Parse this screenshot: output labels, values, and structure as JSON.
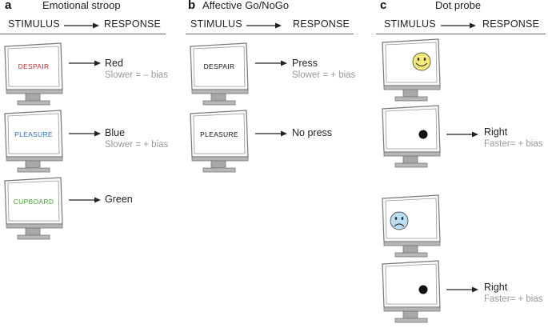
{
  "panels": [
    {
      "letter": "a",
      "title": "Emotional stroop",
      "stimulus_header": "STIMULUS",
      "response_header": "RESPONSE",
      "trials": [
        {
          "word": "DESPAIR",
          "word_color": "#c0282d",
          "response": "Red",
          "note": "Slower = – bias"
        },
        {
          "word": "PLEASURE",
          "word_color": "#2e6fb3",
          "response": "Blue",
          "note": "Slower = + bias"
        },
        {
          "word": "CUPBOARD",
          "word_color": "#4a9a3a",
          "response": "Green",
          "note": ""
        }
      ]
    },
    {
      "letter": "b",
      "title": "Affective Go/NoGo",
      "stimulus_header": "STIMULUS",
      "response_header": "RESPONSE",
      "trials": [
        {
          "word": "DESPAIR",
          "word_color": "#111111",
          "response": "Press",
          "note": "Slower = + bias"
        },
        {
          "word": "PLEASURE",
          "word_color": "#111111",
          "response": "No press",
          "note": ""
        }
      ]
    },
    {
      "letter": "c",
      "title": "Dot probe",
      "stimulus_header": "STIMULUS",
      "response_header": "RESPONSE",
      "trials": [
        {
          "cue": "smiley-face",
          "cue_color": "#f4ea7a",
          "probe_response": "Right",
          "note": "Faster= + bias"
        },
        {
          "cue": "sad-face",
          "cue_color": "#bcdcf0",
          "probe_response": "Right",
          "note": "Faster= + bias"
        }
      ]
    }
  ],
  "colors": {
    "monitor_frame": "#8a8a8a",
    "screen": "#ffffff",
    "probe_dot": "#111111",
    "note_text": "#999999"
  }
}
